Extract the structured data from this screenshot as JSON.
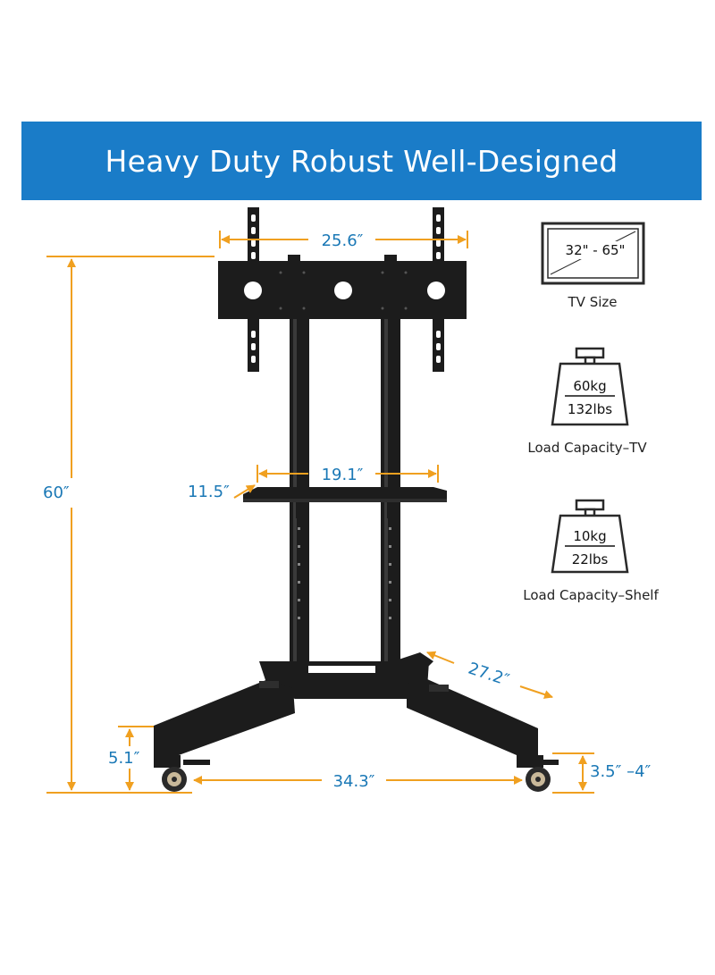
{
  "banner": {
    "title": "Heavy Duty Robust Well-Designed"
  },
  "dimensions": {
    "mount_width": "25.6″",
    "total_height": "60″",
    "shelf_width": "19.1″",
    "shelf_depth": "11.5″",
    "base_depth": "27.2″",
    "base_height": "5.1″",
    "base_width": "34.3″",
    "caster_height": "3.5″  –4″"
  },
  "tv_size": {
    "range": "32\" - 65\"",
    "label": "TV Size"
  },
  "capacity_tv": {
    "kg": "60kg",
    "lbs": "132lbs",
    "label": "Load Capacity–TV"
  },
  "capacity_shelf": {
    "kg": "10kg",
    "lbs": "22lbs",
    "label": "Load Capacity–Shelf"
  },
  "colors": {
    "banner": "#1a7cc8",
    "dimension_text": "#1a78b6",
    "arrow": "#f0a020",
    "stand": "#1c1c1c"
  },
  "icons": [
    "tv-size-icon",
    "weight-tv-icon",
    "weight-shelf-icon",
    "tv-stand-product"
  ]
}
